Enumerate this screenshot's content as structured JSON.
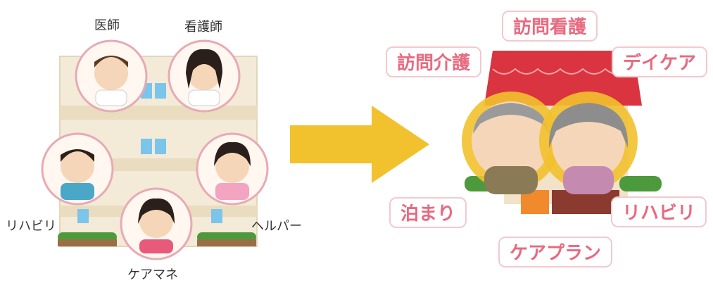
{
  "left": {
    "roles": {
      "doctor": "医師",
      "nurse": "看護師",
      "rehab": "リハビリ",
      "helper": "ヘルパー",
      "care_manager": "ケアマネ"
    }
  },
  "right": {
    "services": {
      "visit_nursing": "訪問看護",
      "visit_care": "訪問介護",
      "day_care": "デイケア",
      "short_stay": "泊まり",
      "rehab": "リハビリ",
      "care_plan": "ケアプラン"
    }
  },
  "colors": {
    "arrow": "#f2c12e",
    "service_text": "#e86a80",
    "service_border": "#f3c9cf",
    "circle_border": "#e8aab4",
    "roof": "#d9343f",
    "halo": "#f2c12e"
  }
}
